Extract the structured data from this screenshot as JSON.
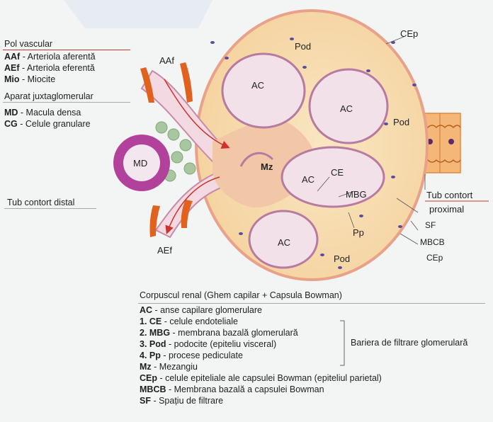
{
  "left_panel": {
    "pol_vascular": "Pol vascular",
    "aaf_abbr": "AAf",
    "aaf_text": " - Arteriola aferentă",
    "aef_abbr": "AEf",
    "aef_text": " - Arteriola eferentă",
    "mio_abbr": "Mio",
    "mio_text": " - Miocite",
    "aparat": "Aparat juxtaglomerular",
    "md_abbr": "MD",
    "md_text": " - Macula densa",
    "cg_abbr": "CG",
    "cg_text": " - Celule granulare",
    "tub_distal": "Tub contort distal"
  },
  "diagram_labels": {
    "aaf": "AAf",
    "aef": "AEf",
    "md": "MD",
    "mz": "Mz",
    "pod_top": "Pod",
    "pod_right": "Pod",
    "pod_bottom": "Pod",
    "ac1": "AC",
    "ac2": "AC",
    "ac3": "AC",
    "ac4": "AC",
    "ce": "CE",
    "mbg": "MBG",
    "pp": "Pp",
    "cep_top": "CEp",
    "cep_bottom": "CEp",
    "sf_upper": "SF",
    "mbcb": "MBCB",
    "tub_proximal_1": "Tub contort",
    "tub_proximal_2": "proximal"
  },
  "legend": {
    "caption": "Corpuscul renal (Ghem capilar + Capsula Bowman)",
    "ac_abbr": "AC",
    "ac_text": " - anse capilare glomerulare",
    "ce_abbr": "1. CE",
    "ce_text": " - celule endoteliale",
    "mbg_abbr": "2. MBG",
    "mbg_text": " - membrana bazală glomerulară",
    "pod_abbr": "3. Pod",
    "pod_text": " - podocite (epiteliu visceral)",
    "pp_abbr": "4. Pp",
    "pp_text": " - procese pediculate",
    "mz_abbr": "Mz",
    "mz_text": " - Mezangiu",
    "cep_abbr": "CEp",
    "cep_text": " - celule epiteliale ale capsulei Bowman (epiteliul parietal)",
    "mbcb_abbr": "MBCB",
    "mbcb_text": " - Membrana bazală a capsulei Bowman",
    "sf_abbr": "SF",
    "sf_text": " - Spațiu de filtrare",
    "bariera": "Bariera de filtrare glomerulară"
  },
  "colors": {
    "capsule_fill": "#f7dcae",
    "capsule_stroke": "#e8a28a",
    "loop_fill": "#f3e1ea",
    "loop_stroke": "#b77aa0",
    "mesangium": "#f2c7a8",
    "md_cells": "#b2419b",
    "granular_cells": "#a8c7a0",
    "myocytes": "#e0621e",
    "arrow": "#d0312d",
    "tubule": "#f5b777"
  }
}
